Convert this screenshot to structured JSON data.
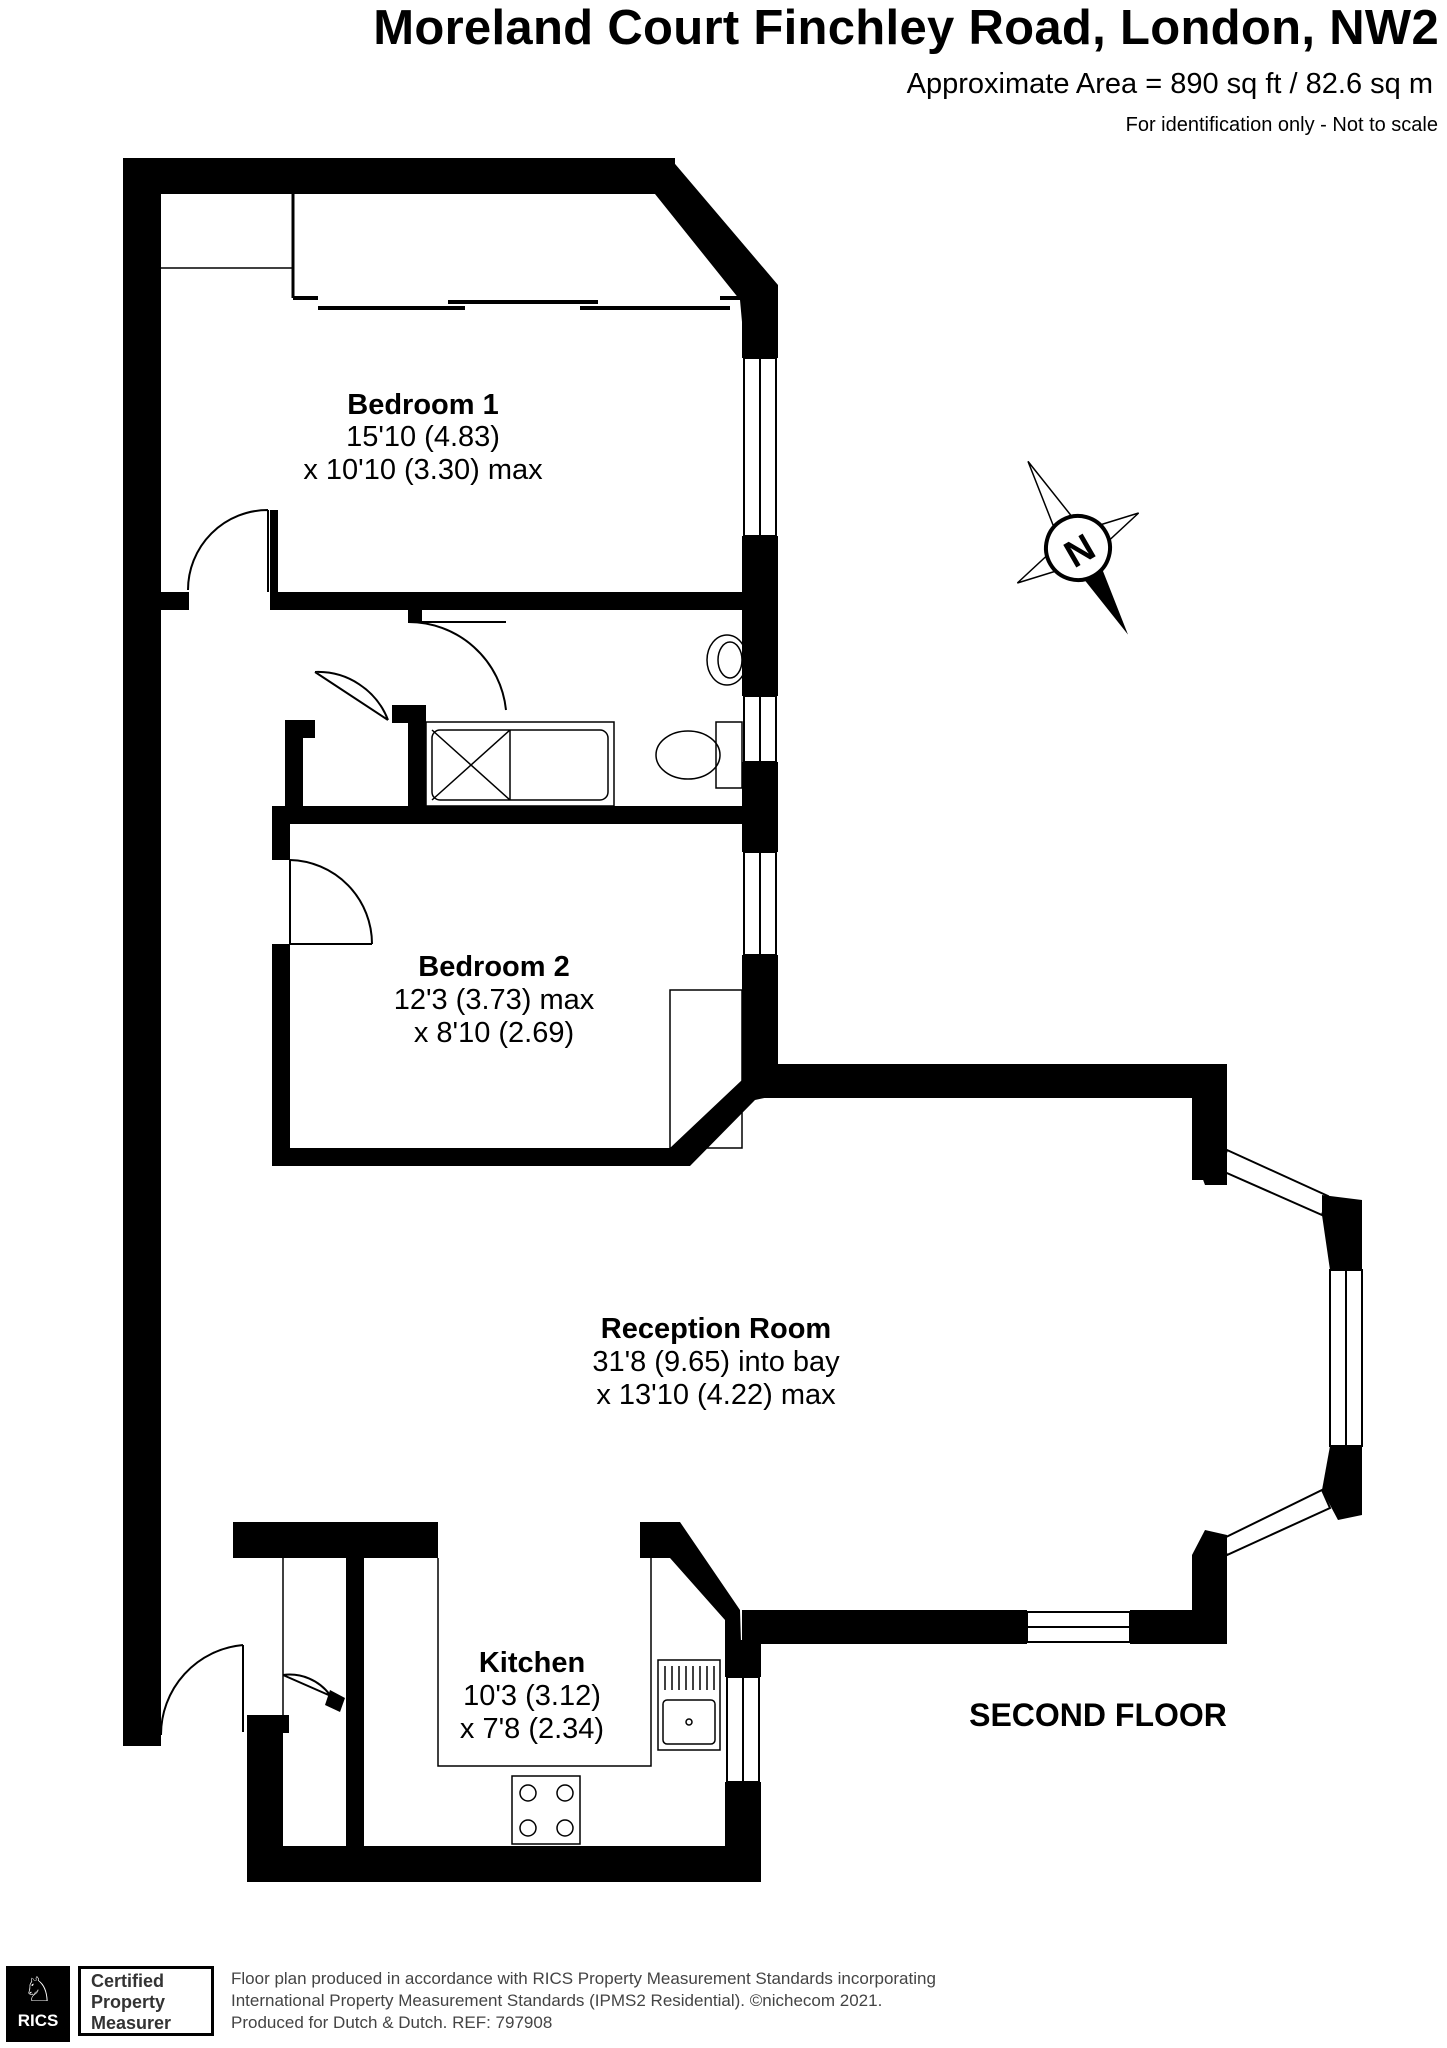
{
  "header": {
    "title": "Moreland Court Finchley Road, London, NW2",
    "area": "Approximate Area = 890 sq ft / 82.6 sq m",
    "note": "For identification only - Not to scale"
  },
  "rooms": {
    "bedroom1": {
      "name": "Bedroom 1",
      "dim1": "15'10 (4.83)",
      "dim2": "x 10'10 (3.30) max"
    },
    "bedroom2": {
      "name": "Bedroom 2",
      "dim1": "12'3 (3.73) max",
      "dim2": "x 8'10 (2.69)"
    },
    "reception": {
      "name": "Reception Room",
      "dim1": "31'8 (9.65) into bay",
      "dim2": "x 13'10 (4.22) max"
    },
    "kitchen": {
      "name": "Kitchen",
      "dim1": "10'3 (3.12)",
      "dim2": "x 7'8 (2.34)"
    }
  },
  "floor_label": "SECOND FLOOR",
  "compass_letter": "N",
  "footer": {
    "logo_text": "RICS",
    "badge": [
      "Certified",
      "Property",
      "Measurer"
    ],
    "line1": "Floor plan produced in accordance with RICS Property Measurement Standards incorporating",
    "line2": "International Property Measurement Standards (IPMS2 Residential).  ©nichecom 2021.",
    "line3": "Produced for Dutch & Dutch.  REF: 797908"
  }
}
